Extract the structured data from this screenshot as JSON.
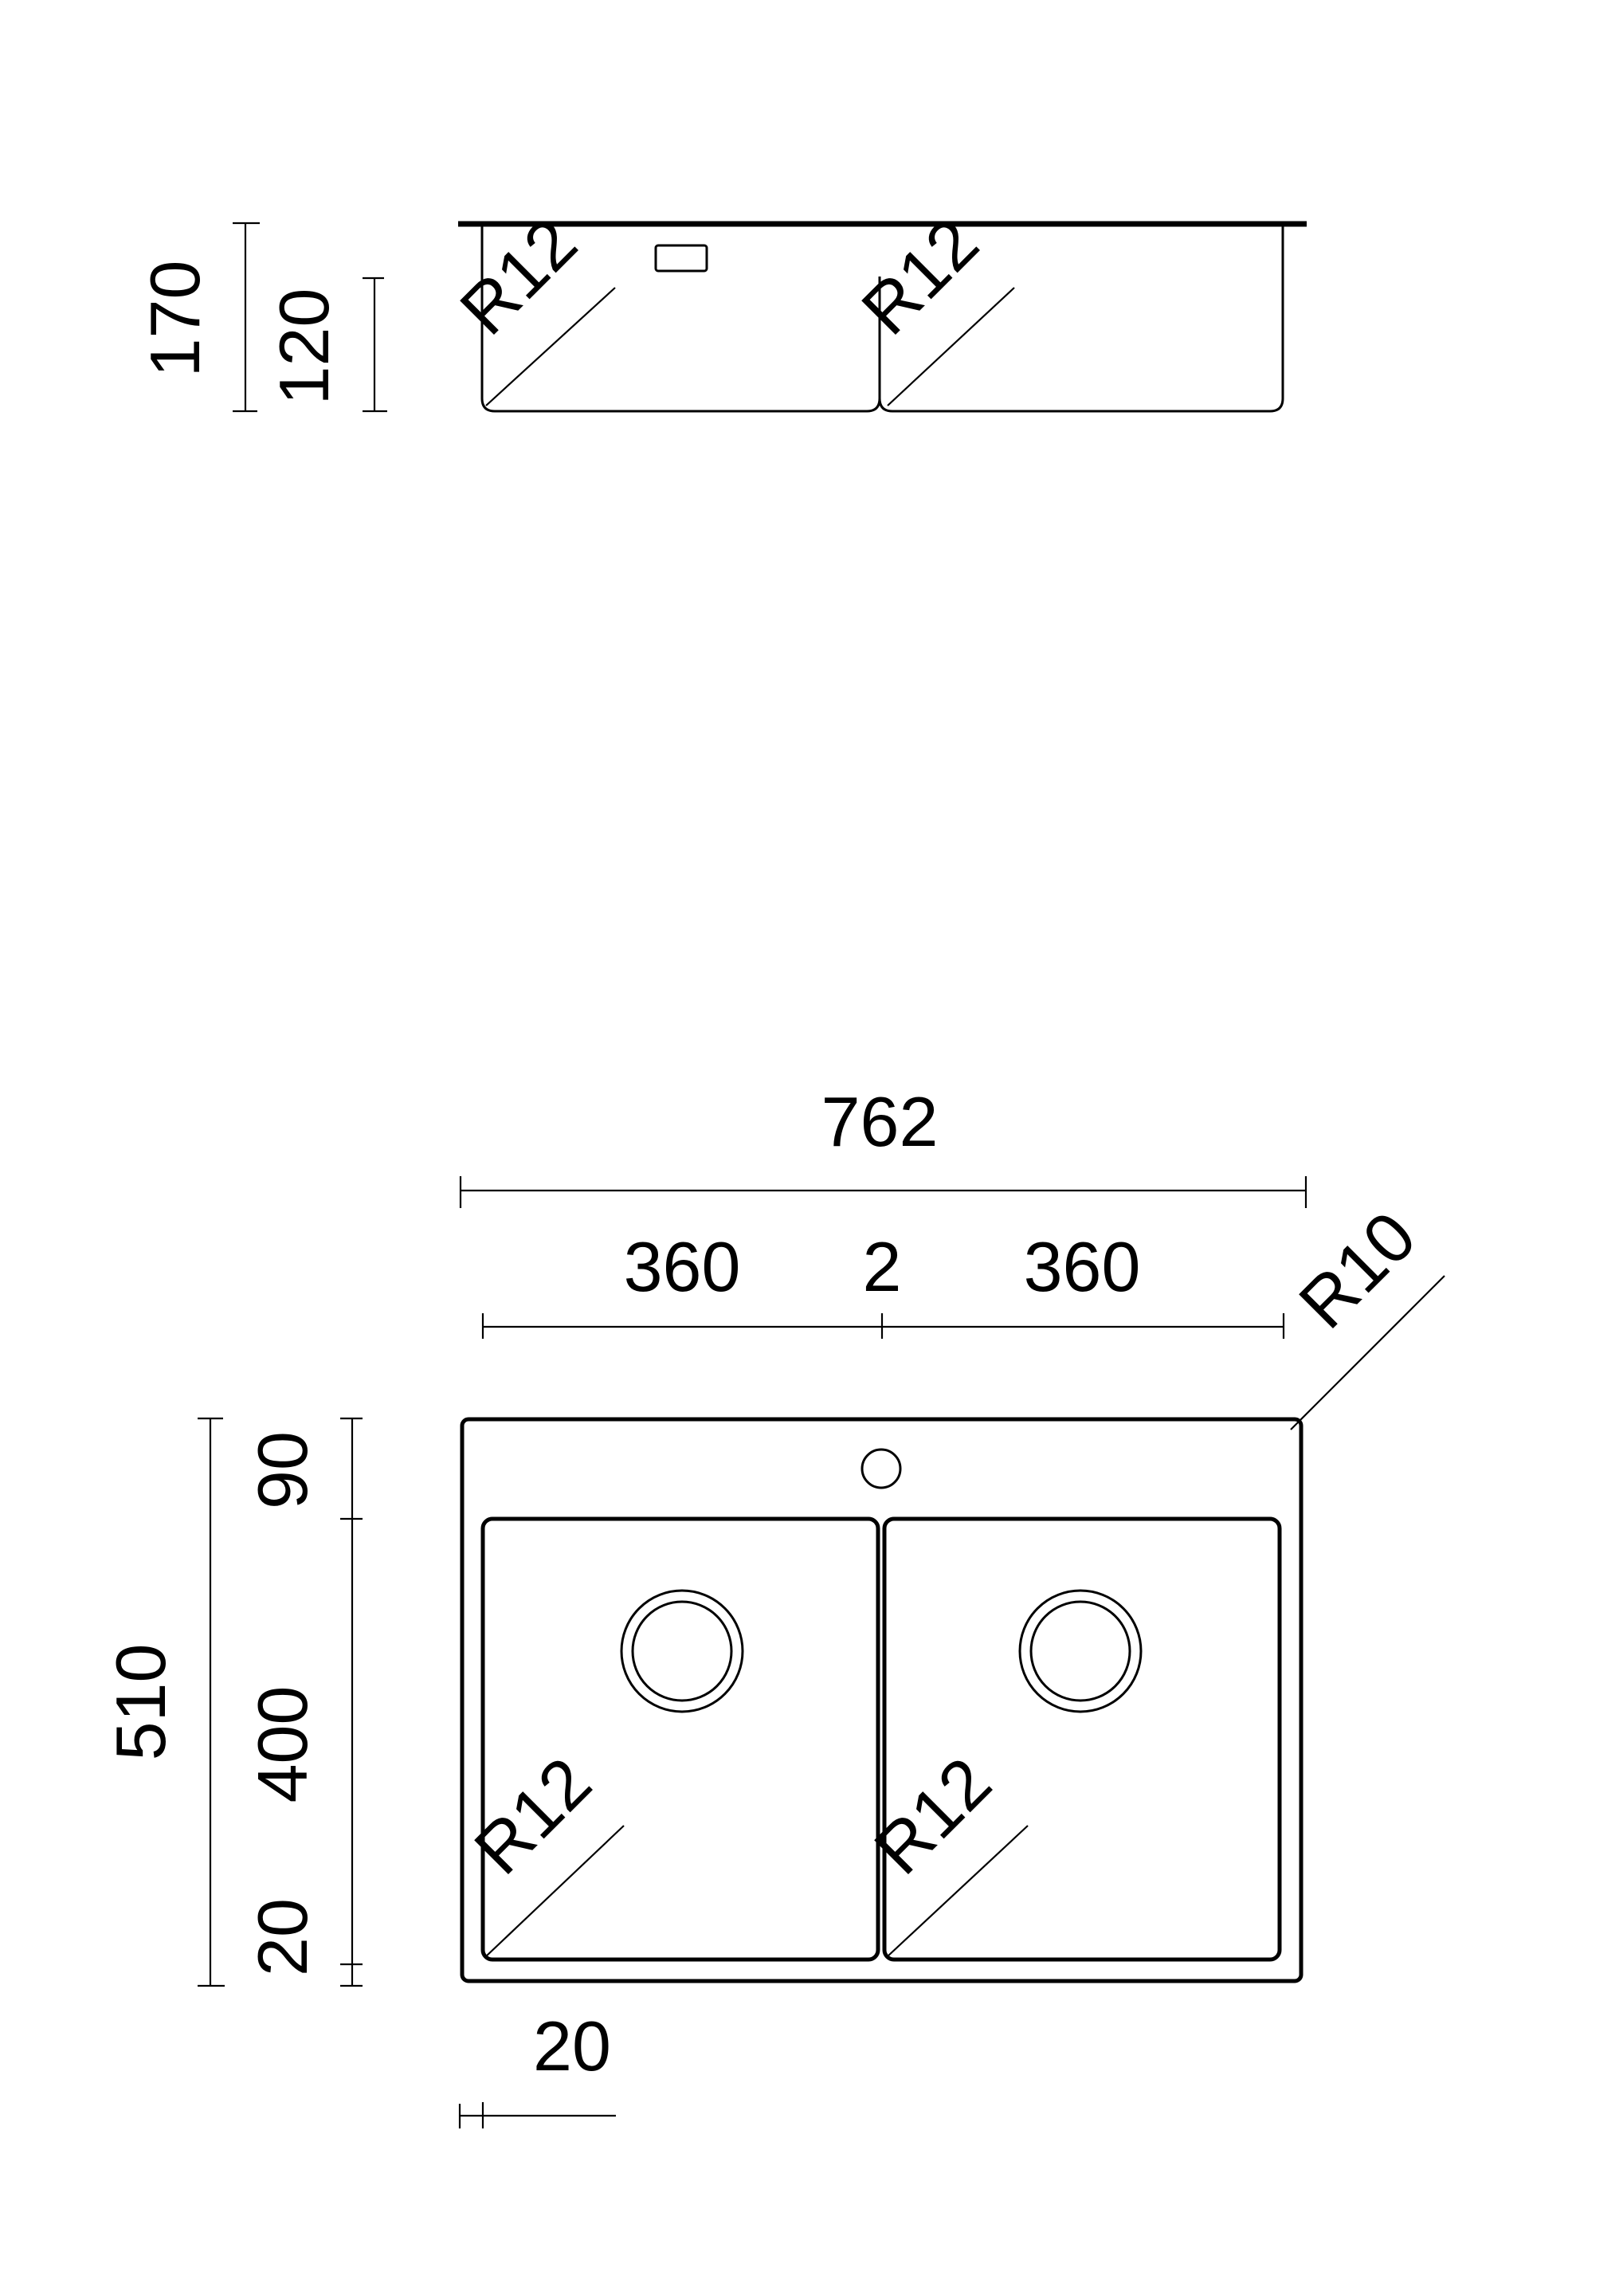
{
  "drawing": {
    "type": "technical-drawing",
    "subject": "double-bowl kitchen sink",
    "line_color": "#000000",
    "background_color": "#ffffff"
  },
  "side_view": {
    "dimensions": {
      "total_height": "170",
      "bowl_depth": "120"
    },
    "radius_labels": [
      "R12",
      "R12"
    ]
  },
  "top_view": {
    "dimensions": {
      "overall_width": "762",
      "left_bowl_width": "360",
      "divider_width": "2",
      "right_bowl_width": "360",
      "overall_depth": "510",
      "back_ledge": "90",
      "bowl_depth": "400",
      "front_rim": "20",
      "side_rim": "20"
    },
    "corner_radius_outer": "R10",
    "radius_labels": [
      "R12",
      "R12"
    ]
  }
}
